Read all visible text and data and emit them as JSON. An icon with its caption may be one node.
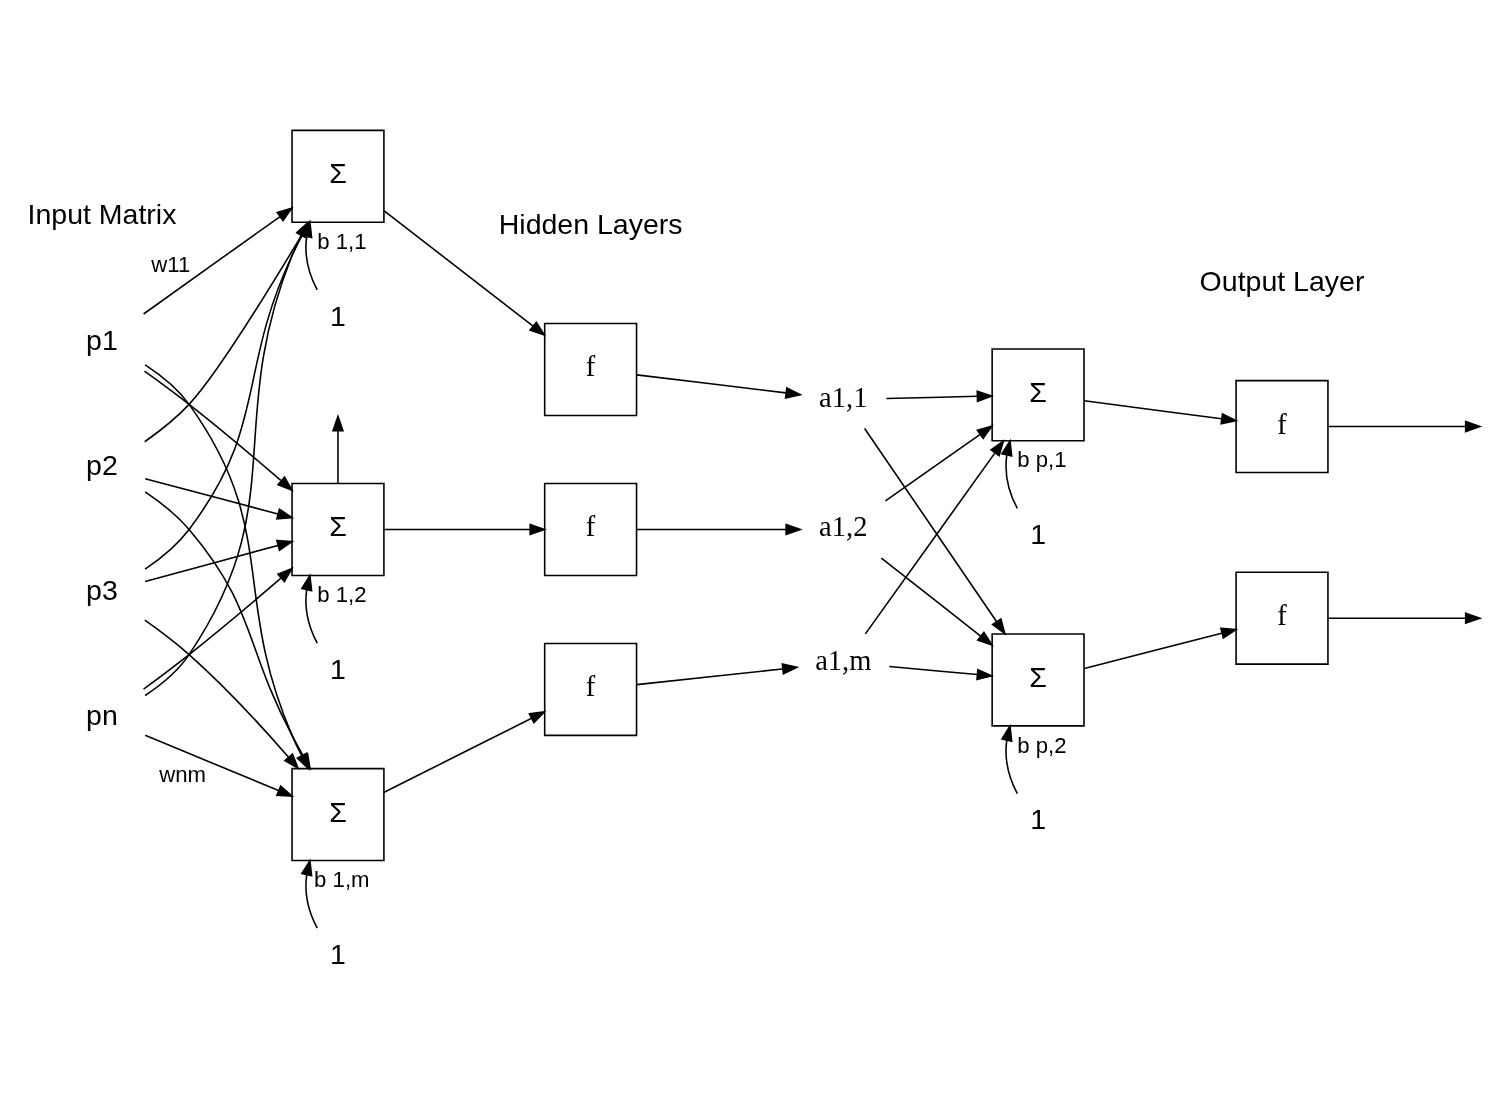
{
  "diagram": {
    "nodes": [
      {
        "text": [
          "p1"
        ]
      },
      {
        "text": [
          "p2"
        ]
      },
      {
        "text": [
          "p3"
        ]
      },
      {
        "text": [
          "pn"
        ]
      },
      {
        "text": [
          "Σ"
        ]
      },
      {
        "text": [
          "Σ"
        ]
      },
      {
        "text": [
          "Σ"
        ]
      },
      {
        "text": [
          "f"
        ]
      },
      {
        "text": [
          "f"
        ]
      },
      {
        "text": [
          "f"
        ]
      },
      {
        "text": [
          "a1,1"
        ]
      },
      {
        "text": [
          "a1,2"
        ]
      },
      {
        "text": [
          "a1,m"
        ]
      },
      {
        "text": [
          "Σ"
        ]
      },
      {
        "text": [
          "Σ"
        ]
      },
      {
        "text": [
          "f"
        ]
      },
      {
        "text": [
          "f"
        ]
      },
      {
        "text": [
          "1"
        ]
      },
      {
        "text": [
          "1"
        ]
      },
      {
        "text": [
          "1"
        ]
      },
      {
        "text": [
          "1"
        ]
      },
      {
        "text": [
          "1"
        ]
      }
    ],
    "edges": [
      {
        "from": 0,
        "to": 4,
        "arrow": "to",
        "label": "w11"
      },
      {
        "from": 0,
        "to": 5,
        "arrow": "to"
      },
      {
        "from": 0,
        "to": 6,
        "arrow": "to"
      },
      {
        "from": 1,
        "to": 4,
        "arrow": "to"
      },
      {
        "from": 1,
        "to": 5,
        "arrow": "to"
      },
      {
        "from": 1,
        "to": 6,
        "arrow": "to"
      },
      {
        "from": 2,
        "to": 4,
        "arrow": "to"
      },
      {
        "from": 2,
        "to": 5,
        "arrow": "to"
      },
      {
        "from": 2,
        "to": 6,
        "arrow": "to"
      },
      {
        "from": 3,
        "to": 4,
        "arrow": "to"
      },
      {
        "from": 3,
        "to": 5,
        "arrow": "to"
      },
      {
        "from": 3,
        "to": 6,
        "arrow": "to",
        "label": "wnm"
      },
      {
        "from": 17,
        "to": 4,
        "arrow": "to",
        "label": "b 1,1"
      },
      {
        "from": 5,
        "to": null,
        "arrow": "to"
      },
      {
        "from": 18,
        "to": 5,
        "arrow": "to",
        "label": "b 1,2"
      },
      {
        "from": 19,
        "to": 6,
        "arrow": "to",
        "label": "b 1,m"
      },
      {
        "from": 4,
        "to": 7,
        "arrow": "to"
      },
      {
        "from": 5,
        "to": 8,
        "arrow": "to"
      },
      {
        "from": 6,
        "to": 9,
        "arrow": "to"
      },
      {
        "from": 7,
        "to": 10,
        "arrow": "to"
      },
      {
        "from": 8,
        "to": 11,
        "arrow": "to"
      },
      {
        "from": 9,
        "to": 12,
        "arrow": "to"
      },
      {
        "from": 10,
        "to": 13,
        "arrow": "to"
      },
      {
        "from": 10,
        "to": 14,
        "arrow": "to"
      },
      {
        "from": 11,
        "to": 13,
        "arrow": "to"
      },
      {
        "from": 11,
        "to": 14,
        "arrow": "to"
      },
      {
        "from": 12,
        "to": 13,
        "arrow": "to"
      },
      {
        "from": 12,
        "to": 14,
        "arrow": "to"
      },
      {
        "from": 20,
        "to": 13,
        "arrow": "to",
        "label": "b p,1"
      },
      {
        "from": 21,
        "to": 14,
        "arrow": "to",
        "label": "b p,2"
      },
      {
        "from": 13,
        "to": 15,
        "arrow": "to"
      },
      {
        "from": 14,
        "to": 16,
        "arrow": "to"
      },
      {
        "from": 15,
        "to": null,
        "arrow": "to"
      },
      {
        "from": 16,
        "to": null,
        "arrow": "to"
      }
    ],
    "labels": [
      "Input Matrix",
      "Hidden Layers",
      "Output Layer"
    ]
  }
}
